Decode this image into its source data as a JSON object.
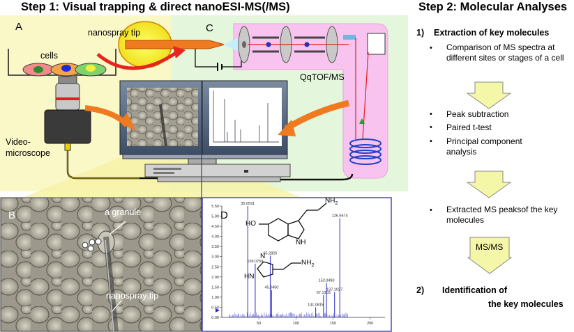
{
  "titles": {
    "step1": "Step 1: Visual trapping & direct nanoESI-MS(/MS)",
    "step2": "Step 2: Molecular Analyses"
  },
  "panel_labels": {
    "a": "A",
    "b": "B",
    "c": "C",
    "d": "D"
  },
  "labels": {
    "nanospray_tip_top": "nanospray tip",
    "cells": "cells",
    "qqtof": "QqTOF/MS",
    "videomicroscope_line1": "Video-",
    "videomicroscope_line2": "microscope",
    "granule": "a granule",
    "nanospray_tip_bottom": "nanospray tip"
  },
  "mol": {
    "nh2_top": "NH",
    "sub2_top": "2",
    "ho": "HO",
    "nh": "NH",
    "n": "N",
    "hn": "HN",
    "nh2_bottom": "NH",
    "sub2_bottom": "2"
  },
  "chart": {
    "y_ticks": [
      "5.50",
      "5.00",
      "4.50",
      "4.00",
      "3.50",
      "3.00",
      "2.50",
      "2.00",
      "1.50",
      "1.00",
      "0.50",
      "0.00"
    ],
    "x_ticks": [
      "50",
      "100",
      "150",
      "200"
    ],
    "peak_labels": [
      "35.0591",
      "159.0759",
      "65.2826",
      "45.0450",
      "67.1303",
      "141.0815",
      "152.0490",
      "137.1027",
      "126.5674"
    ]
  },
  "chart_data": {
    "type": "bar",
    "x": [
      35.0591,
      45.045,
      65.2826,
      67.1303,
      137.1027,
      126.5674,
      141.0815,
      152.049,
      159.0759
    ],
    "values": [
      5.5,
      2.65,
      3.05,
      1.35,
      1.1,
      0.5,
      1.7,
      1.25,
      4.9
    ],
    "xlim": [
      0,
      220
    ],
    "ylim": [
      0,
      5.5
    ]
  },
  "right": {
    "s1_num": "1)",
    "s1_title": "Extraction of key molecules",
    "b1": "Comparison of MS spectra at different sites or stages of a cell",
    "b2": "Peak subtraction",
    "b3": "Paired t-test",
    "b4": "Principal component analysis",
    "b5": "Extracted MS peaksof the key molecules",
    "msms": "MS/MS",
    "s2_num": "2)",
    "s2_line1": "Identification of",
    "s2_line2": "the key molecules"
  }
}
